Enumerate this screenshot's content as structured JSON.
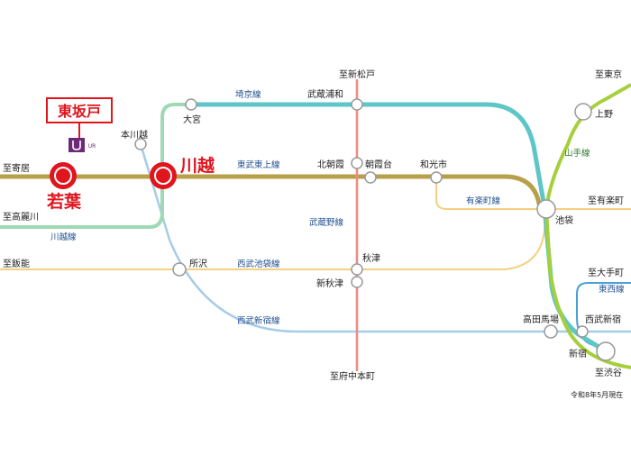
{
  "colors": {
    "tobu_tojo": "#b8a04a",
    "kawagoe_line": "#9fd9b4",
    "saikyo": "#5fc6c8",
    "musashino": "#f08a82",
    "yamanote": "#a6cf3c",
    "seibu": "#f5d083",
    "seibu_shinjuku": "#a7cce8",
    "tozai": "#4aa0d6",
    "accent_red": "#e0151e"
  },
  "highlight": {
    "title": "東坂戸",
    "logo_icon": "ur-logo-icon",
    "wakaba": "若葉",
    "kawagoe": "川越"
  },
  "stations": {
    "omiya": "大宮",
    "musashi_urawa": "武蔵浦和",
    "hon_kawagoe": "本川越",
    "kita_asaka": "北朝霞",
    "asakadai": "朝霞台",
    "wakoshi": "和光市",
    "ueno": "上野",
    "ikebukuro": "池袋",
    "tokorozawa": "所沢",
    "akitsu": "秋津",
    "shin_akitsu": "新秋津",
    "takadanobaba": "高田馬場",
    "seibu_shinjuku": "西武新宿",
    "shinjuku": "新宿"
  },
  "lines": {
    "saikyo": "埼京線",
    "tobu_tojo": "東武東上線",
    "musashino": "武蔵野線",
    "yamanote": "山手線",
    "yurakucho": "有楽町線",
    "kawagoe": "川越線",
    "seibu_ikebukuro": "西武池袋線",
    "seibu_shinjuku": "西武新宿線",
    "tozai": "東西線"
  },
  "directions": {
    "yorii": "至寄居",
    "komagawa": "至高麗川",
    "hanno": "至飯能",
    "shin_matsudo": "至新松戸",
    "tokyo": "至東京",
    "yurakucho": "至有楽町",
    "otemachi": "至大手町",
    "shibuya": "至渋谷",
    "fuchu_hommachi": "至府中本町"
  },
  "note": "令和8年5月現在"
}
